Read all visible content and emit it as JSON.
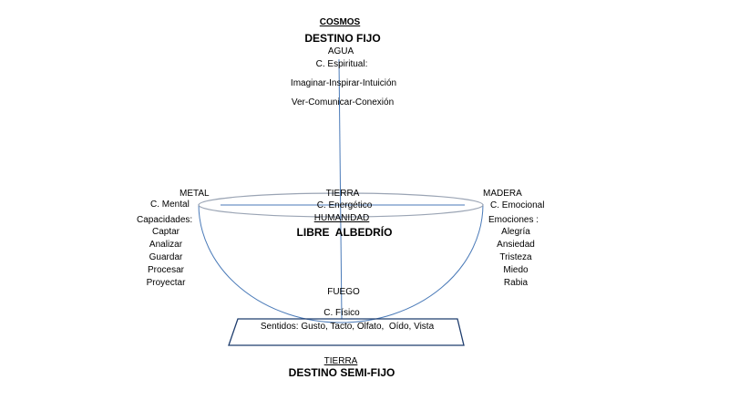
{
  "cosmos": {
    "title": "COSMOS",
    "destiny": "DESTINO FIJO",
    "element": "AGUA",
    "conscience": "C. Espiritual:",
    "line1": "Imaginar-Inspirar-Intuición",
    "line2": "Ver-Comunicar-Conexión"
  },
  "left": {
    "element": "METAL",
    "conscience": "C. Mental",
    "heading": "Capacidades:",
    "items": [
      "Captar",
      "Analizar",
      "Guardar",
      "Procesar",
      "Proyectar"
    ]
  },
  "right": {
    "element": "MADERA",
    "conscience": "C. Emocional",
    "heading": "Emociones :",
    "items": [
      "Alegría",
      "Ansiedad",
      "Tristeza",
      "Miedo",
      "Rabia"
    ]
  },
  "center": {
    "element": "TIERRA",
    "conscience": "C. Energético",
    "humanity": "HUMANIDAD",
    "free_will": "LIBRE  ALBEDRÍO"
  },
  "bottom": {
    "element": "FUEGO",
    "conscience": "C. Físico",
    "senses": "Sentidos: Gusto, Tacto, Olfato,  Oído, Vista"
  },
  "earth": {
    "title": "TIERRA",
    "destiny": "DESTINO SEMI-FIJO"
  },
  "colors": {
    "line": "#4a7ab8",
    "rim": "#9aa4b4",
    "base": "#1f3d6e"
  }
}
